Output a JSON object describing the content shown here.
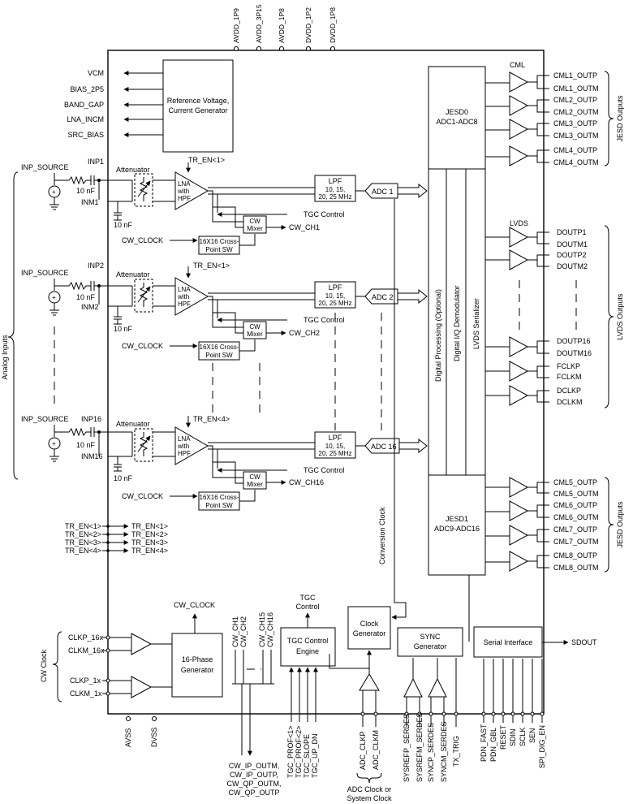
{
  "power_pins": [
    "AVDD_1P9",
    "AVDD_3P15",
    "AVDD_1P8",
    "DVDD_1P2",
    "DVDD_1P8"
  ],
  "ground_pins": [
    "AVSS",
    "DVSS"
  ],
  "ref_outputs": [
    "VCM",
    "BIAS_2P5",
    "BAND_GAP",
    "LNA_INCM",
    "SRC_BIAS"
  ],
  "ref_block": [
    "Reference Voltage,",
    "Current Generator"
  ],
  "analog_inputs_label": "Analog Inputs",
  "channels": [
    {
      "source": "INP_SOURCE",
      "inp": "INP1",
      "inm": "INM1",
      "cap_in": "10 nF",
      "cap_m": "10 nF",
      "tr_en": "TR_EN<1>",
      "adc": "ADC 1",
      "cw": "CW_CH1"
    },
    {
      "source": "INP_SOURCE",
      "inp": "INP2",
      "inm": "INM2",
      "cap_in": "10 nF",
      "cap_m": "10 nF",
      "tr_en": "TR_EN<1>",
      "adc": "ADC 2",
      "cw": "CW_CH2"
    },
    {
      "source": "INP_SOURCE",
      "inp": "INP16",
      "inm": "INM16",
      "cap_in": "10 nF",
      "cap_m": "10 nF",
      "tr_en": "TR_EN<4>",
      "adc": "ADC 16",
      "cw": "CW_CH16"
    }
  ],
  "attenuator": "Attenuator",
  "lna": [
    "LNA",
    "with",
    "HPF"
  ],
  "lpf": [
    "LPF",
    "10, 15,",
    "20, 25 MHz"
  ],
  "tgc_control": "TGC Control",
  "cw_mixer": [
    "CW",
    "Mixer"
  ],
  "cw_clock": "CW_CLOCK",
  "crosspoint": [
    "16X16 Cross-",
    "Point SW"
  ],
  "tr_en_pins": [
    "TR_EN<1>",
    "TR_EN<2>",
    "TR_EN<3>",
    "TR_EN<4>"
  ],
  "cml_label": "CML",
  "lvds_label": "LVDS",
  "jesd0": [
    "JESD0",
    "ADC1-ADC8"
  ],
  "jesd1": [
    "JESD1",
    "ADC9-ADC16"
  ],
  "digital_columns": [
    "Digital Processing (Optional)",
    "Digital I/Q Demodulator",
    "LVDS Serializer"
  ],
  "jesd0_outputs": [
    "CML1_OUTP",
    "CML1_OUTM",
    "CML2_OUTP",
    "CML2_OUTM",
    "CML3_OUTP",
    "CML3_OUTM",
    "CML4_OUTP",
    "CML4_OUTM"
  ],
  "lvds_outputs": [
    "DOUTP1",
    "DOUTM1",
    "DOUTP2",
    "DOUTM2",
    "DOUTP16",
    "DOUTM16",
    "FCLKP",
    "FCLKM",
    "DCLKP",
    "DCLKM"
  ],
  "jesd1_outputs": [
    "CML5_OUTP",
    "CML5_OUTM",
    "CML6_OUTP",
    "CML6_OUTM",
    "CML7_OUTP",
    "CML7_OUTM",
    "CML8_OUTP",
    "CML8_OUTM"
  ],
  "side_labels": {
    "jesd_top": "JESD Outputs",
    "lvds": "LVDS Outputs",
    "jesd_bottom": "JESD Outputs",
    "cw_clock": "CW Clock"
  },
  "conversion_clock": "Conversion Clock",
  "cw_clock_top": "CW_CLOCK",
  "cw_clk_inputs": [
    "CLKP_16x",
    "CLKM_16x",
    "CLKP_1x",
    "CLKM_1x"
  ],
  "phase_gen": [
    "16-Phase",
    "Generator"
  ],
  "cw_channels": [
    "CW_CH1",
    "CW_CH2",
    "CW_CH15",
    "CW_CH16"
  ],
  "tgc_top": [
    "TGC",
    "Control"
  ],
  "tgc_engine": [
    "TGC Control",
    "Engine"
  ],
  "clock_gen": [
    "Clock",
    "Generator"
  ],
  "sync_gen": [
    "SYNC",
    "Generator"
  ],
  "serial_if": "Serial Interface",
  "sdout": "SDOUT",
  "cw_outputs": [
    "CW_IP_OUTM,",
    "CW_IP_OUTP,",
    "CW_QP_OUTM,",
    "CW_QP_OUTP"
  ],
  "tgc_pins": [
    "TGC_PROF<1>",
    "TGC_PROF<2>",
    "TGC_SLOPE",
    "TGC_UP_DN"
  ],
  "adc_clk_pins": [
    "ADC_CLKP",
    "ADC_CLKM"
  ],
  "adc_clk_caption": [
    "ADC Clock or",
    "System Clock"
  ],
  "sync_pins": [
    "SYSREFP_SERDES",
    "SYSREFM_SERDES",
    "SYNCP_SERDES",
    "SYNCM_SERDES",
    "TX_TRIG"
  ],
  "serial_pins": [
    "PDN_FAST",
    "PDN_GBL",
    "RESET",
    "SDIN",
    "SCLK",
    "SEN",
    "SPI_DIG_EN"
  ]
}
